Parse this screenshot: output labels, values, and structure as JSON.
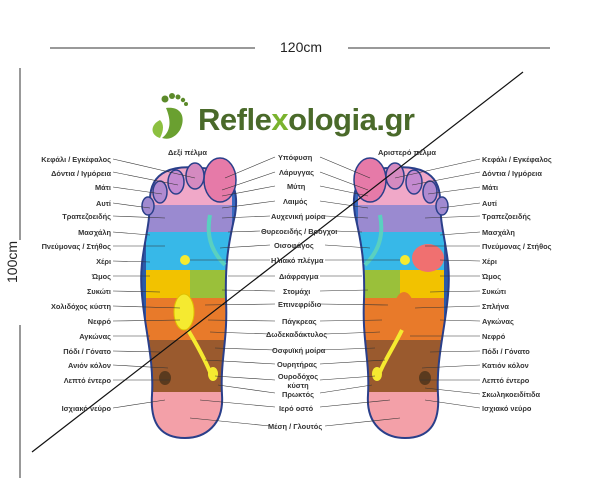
{
  "dimensions": {
    "width_label": "120cm",
    "height_label": "100cm"
  },
  "brand": {
    "name_part1": "Refle",
    "name_x": "x",
    "name_part2": "ologia.gr"
  },
  "feet": {
    "right_title": "Δεξί πέλμα",
    "left_title": "Αριστερό πέλμα"
  },
  "labels_left": [
    "Κεφάλι / Εγκέφαλος",
    "Δόντια / Ιγμόρεια",
    "Μάτι",
    "Αυτί",
    "Τραπεζοειδής",
    "Μασχάλη",
    "Πνεύμονας / Στήθος",
    "Χέρι",
    "Ώμος",
    "Συκώτι",
    "Χολιδόχος κύστη",
    "Νεφρό",
    "Αγκώνας",
    "Πόδι / Γόνατο",
    "Ανιόν κόλον",
    "Λεπτό έντερο",
    "Ισχιακό νεύρο"
  ],
  "labels_center": [
    "Υπόφυση",
    "Λάρυγγας",
    "Μύτη",
    "Λαιμός",
    "Αυχενική μοίρα",
    "Θυρεοειδής / Βρόγχοι",
    "Οισοφάγος",
    "Ηλιακό πλέγμα",
    "Διάφραγμα",
    "Στομάχι",
    "Επινεφρίδιο",
    "Πάγκρεας",
    "Δωδεκαδάκτυλος",
    "Οσφυϊκή μοίρα",
    "Ουρητήρας",
    "Ουροδόχος κύστη",
    "Πρωκτός",
    "Ιερό οστό",
    "Μέση / Γλουτός"
  ],
  "labels_right": [
    "Κεφάλι / Εγκέφαλος",
    "Δόντια / Ιγμόρεια",
    "Μάτι",
    "Αυτί",
    "Τραπεζοειδής",
    "Μασχάλη",
    "Πνεύμονας / Στήθος",
    "Χέρι",
    "Ώμος",
    "Συκώτι",
    "Σπλήνα",
    "Αγκώνας",
    "Νεφρό",
    "Πόδι / Γόνατο",
    "Κατιόν κόλον",
    "Λεπτό έντερο",
    "Σκωληκοειδίτιδα",
    "Ισχιακό νεύρο"
  ],
  "colors": {
    "brand_green": "#4a6a2a",
    "brand_accent": "#7ab32e"
  },
  "icons": {
    "logo": "footprint-leaf-icon"
  }
}
